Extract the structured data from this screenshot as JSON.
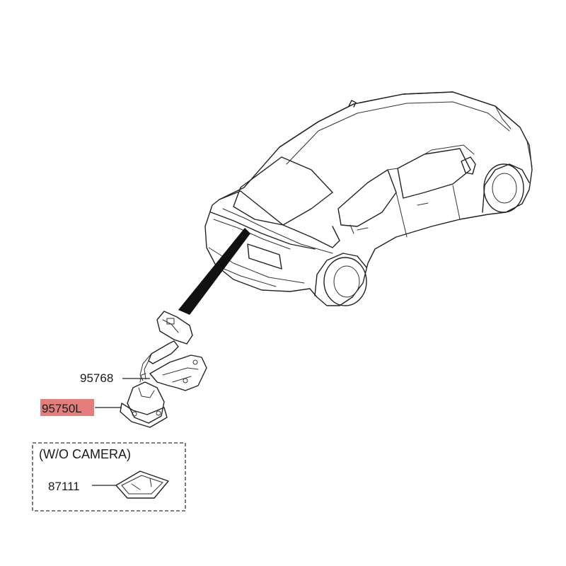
{
  "parts": {
    "harness": {
      "number": "95768"
    },
    "camera": {
      "number": "95750L",
      "highlight_color": "#e06666"
    },
    "cover": {
      "number": "87111"
    }
  },
  "option_box": {
    "title": "(W/O CAMERA)"
  },
  "colors": {
    "line": "#222222",
    "pointer_arrow": "#111111",
    "highlight": "#e06666"
  }
}
